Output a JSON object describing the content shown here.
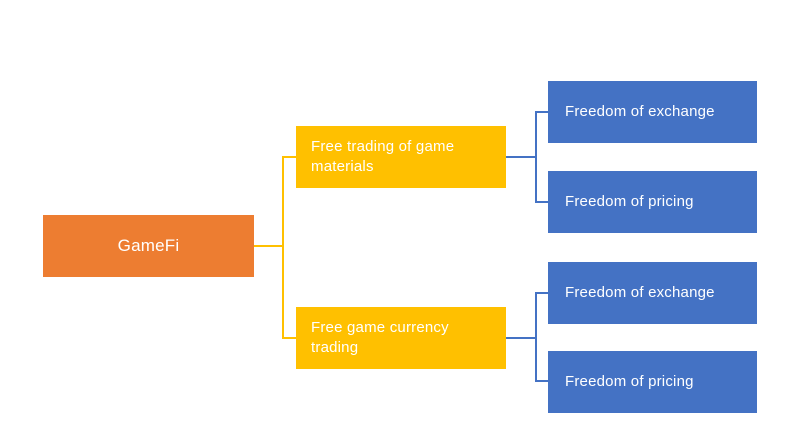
{
  "diagram": {
    "type": "hierarchy-tree",
    "root": {
      "label": "GameFi"
    },
    "branches": [
      {
        "label": "Free trading of game materials",
        "children": [
          {
            "label": "Freedom of exchange"
          },
          {
            "label": "Freedom of pricing"
          }
        ]
      },
      {
        "label": "Free game currency trading",
        "children": [
          {
            "label": "Freedom of exchange"
          },
          {
            "label": "Freedom of pricing"
          }
        ]
      }
    ]
  },
  "colors": {
    "root_box": "#ED7D31",
    "branch_box": "#FFC000",
    "leaf_box": "#4472C4",
    "branch_connector": "#FFC000",
    "leaf_connector": "#4472C4",
    "text": "#FFFFFF",
    "background": "#FFFFFF"
  }
}
